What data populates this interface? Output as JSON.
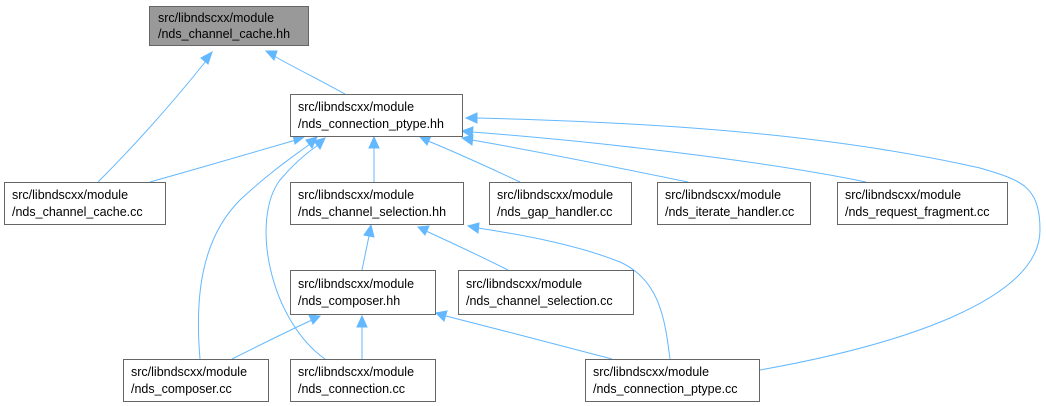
{
  "graph": {
    "nodes": {
      "channel_cache_hh": {
        "line1": "src/libndscxx/module",
        "line2": "/nds_channel_cache.hh"
      },
      "connection_ptype_hh": {
        "line1": "src/libndscxx/module",
        "line2": "/nds_connection_ptype.hh"
      },
      "channel_cache_cc": {
        "line1": "src/libndscxx/module",
        "line2": "/nds_channel_cache.cc"
      },
      "channel_selection_hh": {
        "line1": "src/libndscxx/module",
        "line2": "/nds_channel_selection.hh"
      },
      "gap_handler_cc": {
        "line1": "src/libndscxx/module",
        "line2": "/nds_gap_handler.cc"
      },
      "iterate_handler_cc": {
        "line1": "src/libndscxx/module",
        "line2": "/nds_iterate_handler.cc"
      },
      "request_fragment_cc": {
        "line1": "src/libndscxx/module",
        "line2": "/nds_request_fragment.cc"
      },
      "composer_hh": {
        "line1": "src/libndscxx/module",
        "line2": "/nds_composer.hh"
      },
      "channel_selection_cc": {
        "line1": "src/libndscxx/module",
        "line2": "/nds_channel_selection.cc"
      },
      "composer_cc": {
        "line1": "src/libndscxx/module",
        "line2": "/nds_composer.cc"
      },
      "connection_cc": {
        "line1": "src/libndscxx/module",
        "line2": "/nds_connection.cc"
      },
      "connection_ptype_cc": {
        "line1": "src/libndscxx/module",
        "line2": "/nds_connection_ptype.cc"
      }
    },
    "edges": [
      {
        "from": "channel_cache_cc",
        "to": "channel_cache_hh"
      },
      {
        "from": "connection_ptype_hh",
        "to": "channel_cache_hh"
      },
      {
        "from": "channel_cache_cc",
        "to": "connection_ptype_hh"
      },
      {
        "from": "channel_selection_hh",
        "to": "connection_ptype_hh"
      },
      {
        "from": "gap_handler_cc",
        "to": "connection_ptype_hh"
      },
      {
        "from": "iterate_handler_cc",
        "to": "connection_ptype_hh"
      },
      {
        "from": "request_fragment_cc",
        "to": "connection_ptype_hh"
      },
      {
        "from": "composer_cc",
        "to": "connection_ptype_hh"
      },
      {
        "from": "connection_cc",
        "to": "connection_ptype_hh"
      },
      {
        "from": "connection_ptype_cc",
        "to": "connection_ptype_hh"
      },
      {
        "from": "composer_hh",
        "to": "channel_selection_hh"
      },
      {
        "from": "channel_selection_cc",
        "to": "channel_selection_hh"
      },
      {
        "from": "connection_ptype_cc",
        "to": "channel_selection_hh"
      },
      {
        "from": "composer_cc",
        "to": "composer_hh"
      },
      {
        "from": "connection_cc",
        "to": "composer_hh"
      },
      {
        "from": "connection_ptype_cc",
        "to": "composer_hh"
      }
    ],
    "colors": {
      "edge": "#63b8ff",
      "root_fill": "#999999",
      "node_fill": "#ffffff",
      "node_border": "#666666"
    }
  }
}
